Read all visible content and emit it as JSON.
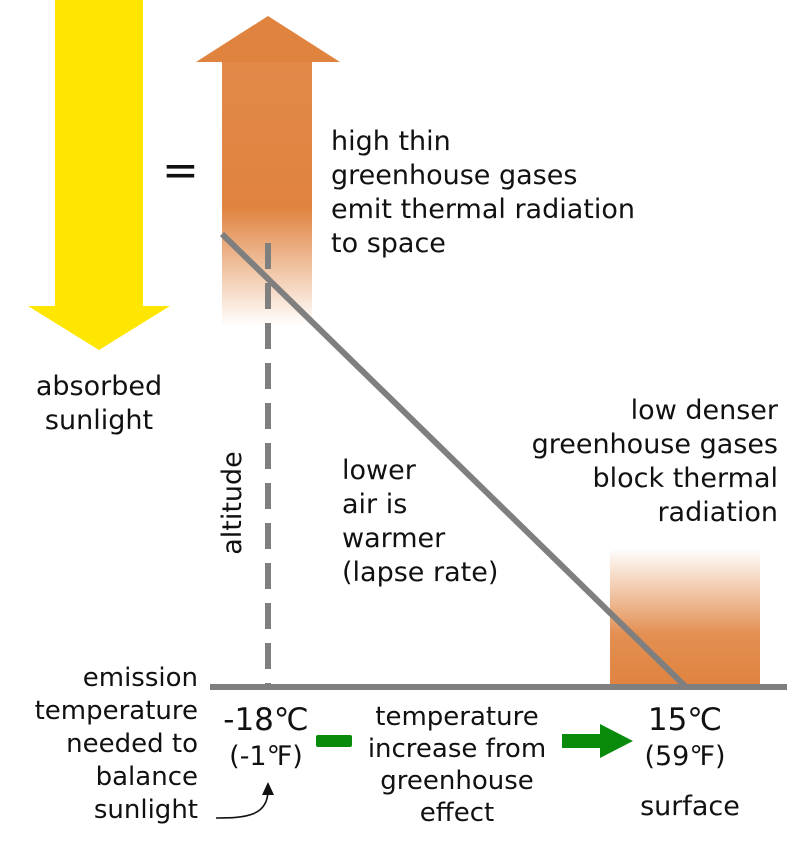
{
  "labels": {
    "absorbed_sunlight": [
      "absorbed",
      "sunlight"
    ],
    "equals": "=",
    "high_gases": [
      "high thin",
      "greenhouse gases",
      "emit thermal radiation",
      "to space"
    ],
    "low_gases": [
      "low denser",
      "greenhouse gases",
      "block thermal",
      "radiation"
    ],
    "lapse_rate": [
      "lower",
      "air is",
      "warmer",
      "(lapse rate)"
    ],
    "altitude": "altitude",
    "emission": [
      "emission",
      "temperature",
      "needed to",
      "balance",
      "sunlight"
    ],
    "emission_temp_c": "-18℃",
    "emission_temp_f": "(-1℉)",
    "surface_temp_c": "15℃",
    "surface_temp_f": "(59℉)",
    "greenhouse_increase": [
      "temperature",
      "increase from",
      "greenhouse",
      "effect"
    ],
    "surface": "surface"
  },
  "colors": {
    "sunlight": "#ffe600",
    "radiation": "#e0833f",
    "lines": "#7f7f7f",
    "arrow": "#0a8a0a"
  }
}
